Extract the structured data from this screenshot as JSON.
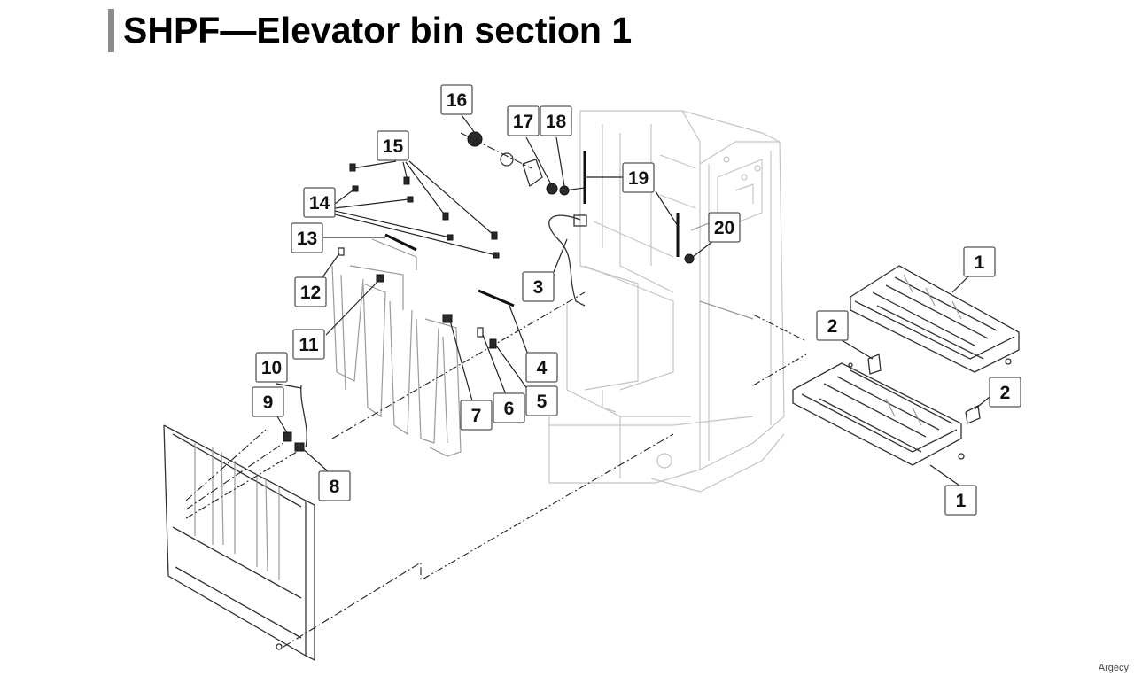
{
  "page": {
    "title": "SHPF—Elevator bin section 1",
    "watermark": "Argecy"
  },
  "callouts": [
    {
      "id": "c1a",
      "label": "1"
    },
    {
      "id": "c1b",
      "label": "1"
    },
    {
      "id": "c2a",
      "label": "2"
    },
    {
      "id": "c2b",
      "label": "2"
    },
    {
      "id": "c3",
      "label": "3"
    },
    {
      "id": "c4",
      "label": "4"
    },
    {
      "id": "c5",
      "label": "5"
    },
    {
      "id": "c6",
      "label": "6"
    },
    {
      "id": "c7",
      "label": "7"
    },
    {
      "id": "c8",
      "label": "8"
    },
    {
      "id": "c9",
      "label": "9"
    },
    {
      "id": "c10",
      "label": "10"
    },
    {
      "id": "c11",
      "label": "11"
    },
    {
      "id": "c12",
      "label": "12"
    },
    {
      "id": "c13",
      "label": "13"
    },
    {
      "id": "c14",
      "label": "14"
    },
    {
      "id": "c15",
      "label": "15"
    },
    {
      "id": "c16",
      "label": "16"
    },
    {
      "id": "c17",
      "label": "17"
    },
    {
      "id": "c18",
      "label": "18"
    },
    {
      "id": "c19",
      "label": "19"
    },
    {
      "id": "c20",
      "label": "20"
    }
  ]
}
